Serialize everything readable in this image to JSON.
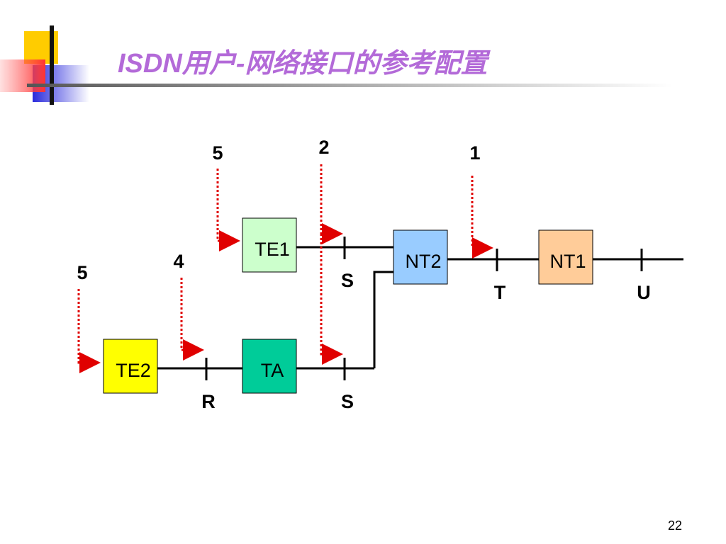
{
  "slide": {
    "title": "ISDN用户-网络接口的参考配置",
    "page_number": "22"
  },
  "diagram": {
    "devices": {
      "te1": "TE1",
      "te2": "TE2",
      "ta": "TA",
      "nt2": "NT2",
      "nt1": "NT1"
    },
    "reference_points": {
      "s_upper": "S",
      "s_lower": "S",
      "r": "R",
      "t": "T",
      "u": "U"
    },
    "callouts": {
      "c5_top": "5",
      "c2": "2",
      "c1": "1",
      "c4": "4",
      "c5_left": "5"
    },
    "colors": {
      "te1": "#ccffcc",
      "te2": "#ffff00",
      "ta": "#00cc99",
      "nt2": "#99ccff",
      "nt1": "#ffcc99",
      "callout_arrow": "#e00000",
      "title": "#b36ad8"
    }
  }
}
